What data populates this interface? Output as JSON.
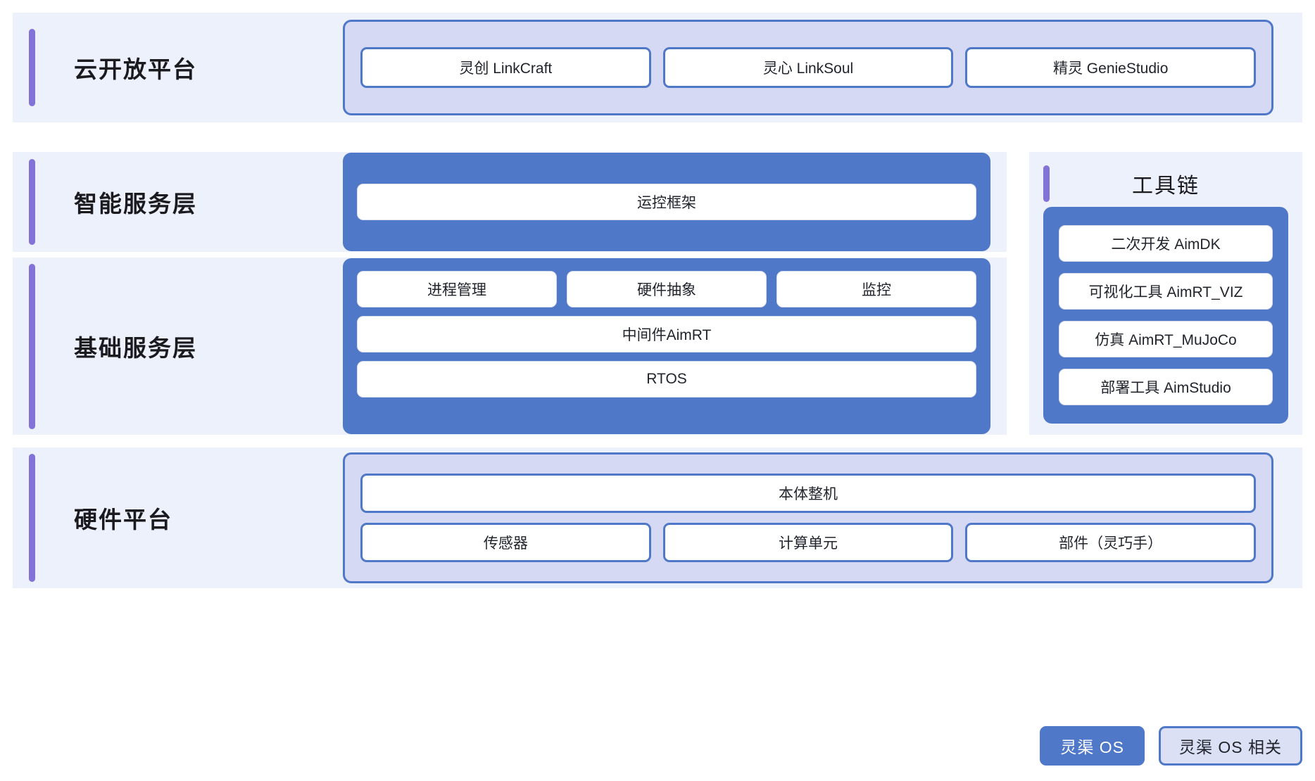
{
  "accent_color": "#8373D6",
  "primary_blue": "#5078C8",
  "lavender": "#D5D9F3",
  "row_background": "#EDF1FC",
  "rows": {
    "cloud": {
      "title": "云开放平台",
      "items": [
        "灵创 LinkCraft",
        "灵心 LinkSoul",
        "精灵 GenieStudio"
      ]
    },
    "service": {
      "title": "智能服务层",
      "items": [
        "运控框架"
      ]
    },
    "base": {
      "title": "基础服务层",
      "top_items": [
        "进程管理",
        "硬件抽象",
        "监控"
      ],
      "middleware": "中间件AimRT",
      "rtos": "RTOS"
    },
    "hardware": {
      "title": "硬件平台",
      "main": "本体整机",
      "items": [
        "传感器",
        "计算单元",
        "部件（灵巧手）"
      ]
    }
  },
  "toolchain": {
    "title": "工具链",
    "items": [
      "二次开发 AimDK",
      "可视化工具 AimRT_VIZ",
      "仿真 AimRT_MuJoCo",
      "部署工具 AimStudio"
    ]
  },
  "legend": {
    "solid_label": "灵渠 OS",
    "light_label": "灵渠 OS 相关"
  }
}
